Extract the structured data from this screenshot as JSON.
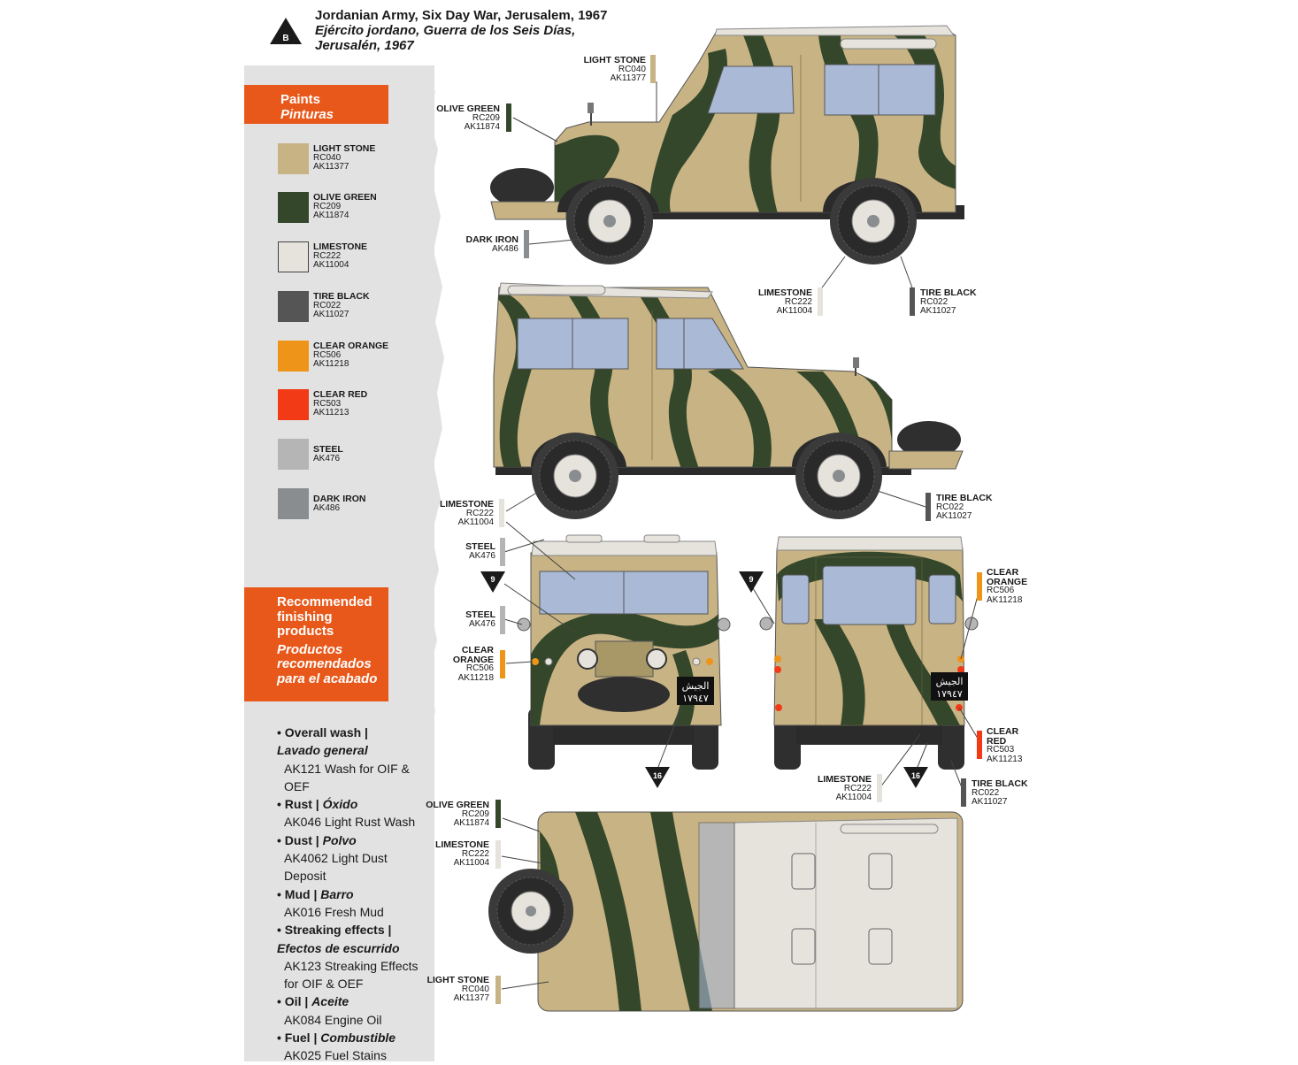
{
  "title": {
    "marker": "B",
    "line_en": "Jordanian Army, Six Day War, Jerusalem, 1967",
    "line_es_1": "Ejército jordano, Guerra de los Seis Días,",
    "line_es_2": "Jerusalén, 1967"
  },
  "paints_header": {
    "en": "Paints",
    "es": "Pinturas"
  },
  "paints": [
    {
      "name": "LIGHT STONE",
      "code1": "RC040",
      "code2": "AK11377",
      "color": "#c8b384"
    },
    {
      "name": "OLIVE GREEN",
      "code1": "RC209",
      "code2": "AK11874",
      "color": "#34472b"
    },
    {
      "name": "LIMESTONE",
      "code1": "RC222",
      "code2": "AK11004",
      "color": "#e6e2dc"
    },
    {
      "name": "TIRE BLACK",
      "code1": "RC022",
      "code2": "AK11027",
      "color": "#555555"
    },
    {
      "name": "CLEAR ORANGE",
      "code1": "RC506",
      "code2": "AK11218",
      "color": "#ee9418"
    },
    {
      "name": "CLEAR RED",
      "code1": "RC503",
      "code2": "AK11213",
      "color": "#f23a17"
    },
    {
      "name": "STEEL",
      "code1": "AK476",
      "code2": "",
      "color": "#b5b5b5"
    },
    {
      "name": "DARK IRON",
      "code1": "AK486",
      "code2": "",
      "color": "#8a8d90"
    }
  ],
  "finishing_header": {
    "en1": "Recommended",
    "en2": "finishing",
    "en3": "products",
    "es1": "Productos",
    "es2": "recomendados",
    "es3": "para el acabado"
  },
  "finishing": [
    {
      "en": "• Overall wash |",
      "es": "Lavado general",
      "products": [
        "AK121 Wash for OIF & OEF"
      ]
    },
    {
      "en": "• Rust |",
      "es": "Óxido",
      "products": [
        "AK046 Light Rust Wash"
      ]
    },
    {
      "en": "• Dust |",
      "es": "Polvo",
      "products": [
        "AK4062 Light Dust Deposit"
      ]
    },
    {
      "en": "• Mud |",
      "es": "Barro",
      "products": [
        "AK016 Fresh Mud"
      ]
    },
    {
      "en": "• Streaking effects |",
      "es": "Efectos de escurrido",
      "products": [
        "AK123 Streaking Effects",
        "for OIF & OEF"
      ]
    },
    {
      "en": "• Oil |",
      "es": "Aceite",
      "products": [
        "AK084 Engine Oil"
      ]
    },
    {
      "en": "• Fuel |",
      "es": "Combustible",
      "products": [
        "AK025 Fuel Stains"
      ]
    }
  ],
  "callouts": {
    "c1": {
      "name": "LIGHT STONE",
      "l1": "RC040",
      "l2": "AK11377"
    },
    "c2": {
      "name": "OLIVE GREEN",
      "l1": "RC209",
      "l2": "AK11874"
    },
    "c3": {
      "name": "DARK IRON",
      "l1": "AK486",
      "l2": ""
    },
    "c4": {
      "name": "LIMESTONE",
      "l1": "RC222",
      "l2": "AK11004"
    },
    "c5": {
      "name": "TIRE BLACK",
      "l1": "RC022",
      "l2": "AK11027"
    },
    "c6": {
      "name": "LIMESTONE",
      "l1": "RC222",
      "l2": "AK11004"
    },
    "c7": {
      "name": "TIRE BLACK",
      "l1": "RC022",
      "l2": "AK11027"
    },
    "c8": {
      "name": "STEEL",
      "l1": "AK476",
      "l2": ""
    },
    "c9": {
      "name": "STEEL",
      "l1": "AK476",
      "l2": ""
    },
    "c10": {
      "name1": "CLEAR",
      "name2": "ORANGE",
      "l1": "RC506",
      "l2": "AK11218"
    },
    "c11": {
      "name1": "CLEAR",
      "name2": "ORANGE",
      "l1": "RC506",
      "l2": "AK11218"
    },
    "c12": {
      "name1": "CLEAR",
      "name2": "RED",
      "l1": "RC503",
      "l2": "AK11213"
    },
    "c13": {
      "name": "LIMESTONE",
      "l1": "RC222",
      "l2": "AK11004"
    },
    "c14": {
      "name": "TIRE BLACK",
      "l1": "RC022",
      "l2": "AK11027"
    },
    "c15": {
      "name": "OLIVE GREEN",
      "l1": "RC209",
      "l2": "AK11874"
    },
    "c16": {
      "name": "LIMESTONE",
      "l1": "RC222",
      "l2": "AK11004"
    },
    "c17": {
      "name": "LIGHT STONE",
      "l1": "RC040",
      "l2": "AK11377"
    }
  },
  "decal_markers": {
    "m1": "9",
    "m2": "9",
    "m3": "16",
    "m4": "16"
  },
  "plates": {
    "front_l1": "الجيش",
    "front_l2": "١٧٩٤٧",
    "rear_l1": "الجيش",
    "rear_l2": "١٧٩٤٧"
  }
}
